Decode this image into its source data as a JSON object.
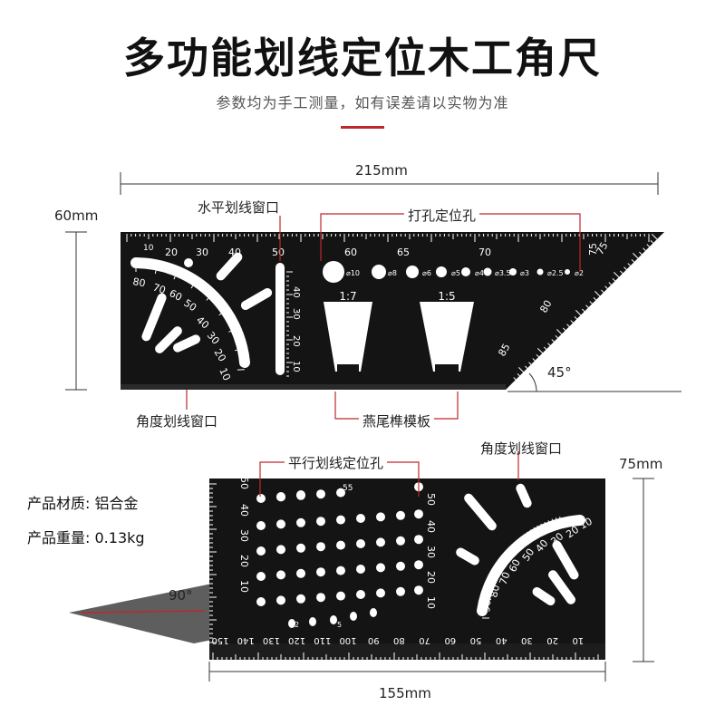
{
  "header": {
    "title": "多功能划线定位木工角尺",
    "subtitle": "参数均为手工测量，如有误差请以实物为准",
    "accent_color": "#c0272d"
  },
  "tool1": {
    "width_label": "215mm",
    "height_label": "60mm",
    "callouts": {
      "horizontal_window": "水平划线窗口",
      "hole_positions": "打孔定位孔",
      "angle_window": "角度划线窗口",
      "dovetail_template": "燕尾榫模板"
    },
    "angle_label": "45°",
    "top_scale": [
      "10",
      "20",
      "30",
      "40",
      "50",
      "60",
      "65",
      "70",
      "75"
    ],
    "diag_scale": [
      "75",
      "80",
      "85"
    ],
    "arc_scale": [
      "80",
      "70",
      "60",
      "50",
      "40",
      "30",
      "20",
      "10"
    ],
    "vertical_scale": [
      "40",
      "30",
      "20",
      "10"
    ],
    "holes": [
      "⌀10",
      "⌀8",
      "⌀6",
      "⌀5",
      "⌀4",
      "⌀3.5",
      "⌀3",
      "⌀2.5",
      "⌀2"
    ],
    "ratios": [
      "1:7",
      "1:5"
    ]
  },
  "tool2": {
    "height_label": "75mm",
    "width_label": "155mm",
    "angle_label": "90°",
    "callouts": {
      "parallel_holes": "平行划线定位孔",
      "angle_window": "角度划线窗口"
    },
    "left_scale": [
      "50",
      "40",
      "30",
      "20",
      "10"
    ],
    "right_scale": [
      "50",
      "40",
      "30",
      "20",
      "10"
    ],
    "top_hole_label": "55",
    "small_labels": [
      "2",
      "5"
    ],
    "bottom_scale": [
      "150",
      "140",
      "130",
      "120",
      "110",
      "100",
      "90",
      "80",
      "70",
      "60",
      "50",
      "40",
      "30",
      "20",
      "10"
    ],
    "arc_scale": [
      "10",
      "20",
      "30",
      "40",
      "50",
      "60",
      "70",
      "80",
      "90"
    ]
  },
  "specs": {
    "material_label": "产品材质:",
    "material_value": "铝合金",
    "weight_label": "产品重量:",
    "weight_value": "0.13kg"
  }
}
